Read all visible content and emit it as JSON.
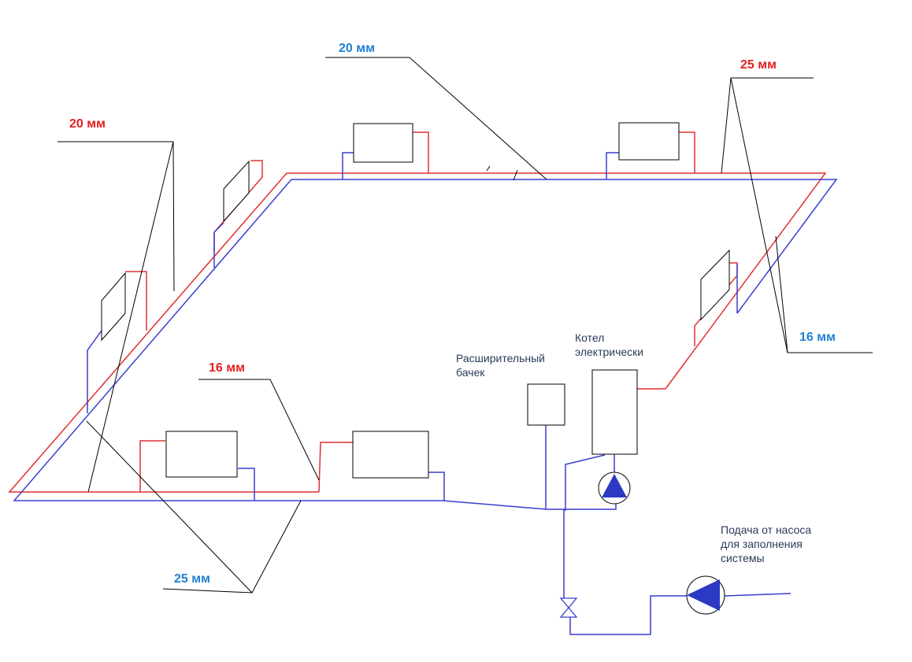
{
  "colors": {
    "supply": "#e23030",
    "return": "#3a3fd0",
    "leader": "#000000",
    "label_red": "#e41e1e",
    "label_blue": "#1f7fd3",
    "note": "#2a3a5a"
  },
  "labels": {
    "top_20": "20 мм",
    "top_right_25": "25 мм",
    "left_20": "20 мм",
    "right_16": "16 мм",
    "bottom_16": "16 мм",
    "bottom_25": "25 мм"
  },
  "notes": {
    "expansion_tank": "Расширительный бачек",
    "boiler": "Котел электрически",
    "fill_pump": "Подача от насоса для заполнения системы"
  },
  "icons": {
    "circulation_pump": "pump-icon",
    "fill_pump": "pump-icon",
    "valve": "valve-icon"
  }
}
